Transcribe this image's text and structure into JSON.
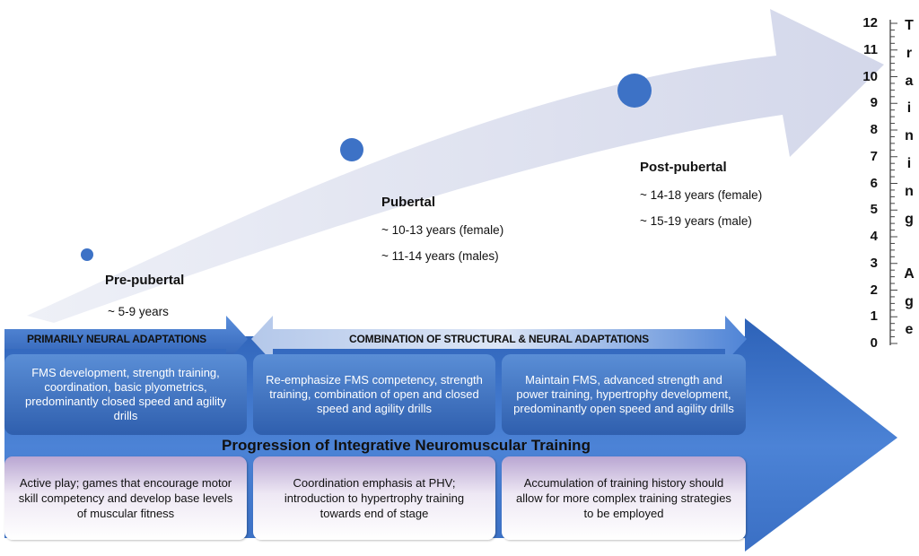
{
  "stages": [
    {
      "title": "Pre-pubertal",
      "lines": [
        "~ 5-9 years"
      ]
    },
    {
      "title": "Pubertal",
      "lines": [
        "~ 10-13 years (female)",
        "~ 11-14 years (males)"
      ]
    },
    {
      "title": "Post-pubertal",
      "lines": [
        "~ 14-18 years (female)",
        "~ 15-19 years (male)"
      ]
    }
  ],
  "bands": {
    "neural": "PRIMARILY NEURAL ADAPTATIONS",
    "combined": "COMBINATION OF STRUCTURAL & NEURAL ADAPTATIONS"
  },
  "training_boxes": [
    "FMS development, strength training, coordination, basic plyometrics, predominantly closed speed and agility drills",
    "Re-emphasize FMS competency, strength training, combination of open and closed speed and agility drills",
    "Maintain FMS, advanced strength and power training, hypertrophy development, predominantly open speed and agility drills"
  ],
  "progression_title": "Progression of Integrative Neuromuscular Training",
  "notes": [
    "Active play; games that encourage motor skill competency and develop base levels of muscular fitness",
    "Coordination emphasis at PHV; introduction to hypertrophy training towards end of stage",
    "Accumulation of training history should allow for more complex training strategies to be employed"
  ],
  "axis": {
    "ticks": [
      "12",
      "11",
      "10",
      "9",
      "8",
      "7",
      "6",
      "5",
      "4",
      "3",
      "2",
      "1",
      "0"
    ],
    "title_letters": [
      "T",
      "r",
      "a",
      "i",
      "n",
      "i",
      "n",
      "g",
      "",
      "A",
      "g",
      "e"
    ]
  },
  "colors": {
    "big_arrow": "#d9dceb",
    "bottom_arrow": "#3a6fc4",
    "band_arrow": "#3f74c9",
    "band_arrow_light": "#c3d3ee",
    "dot": "#3d72c6"
  }
}
